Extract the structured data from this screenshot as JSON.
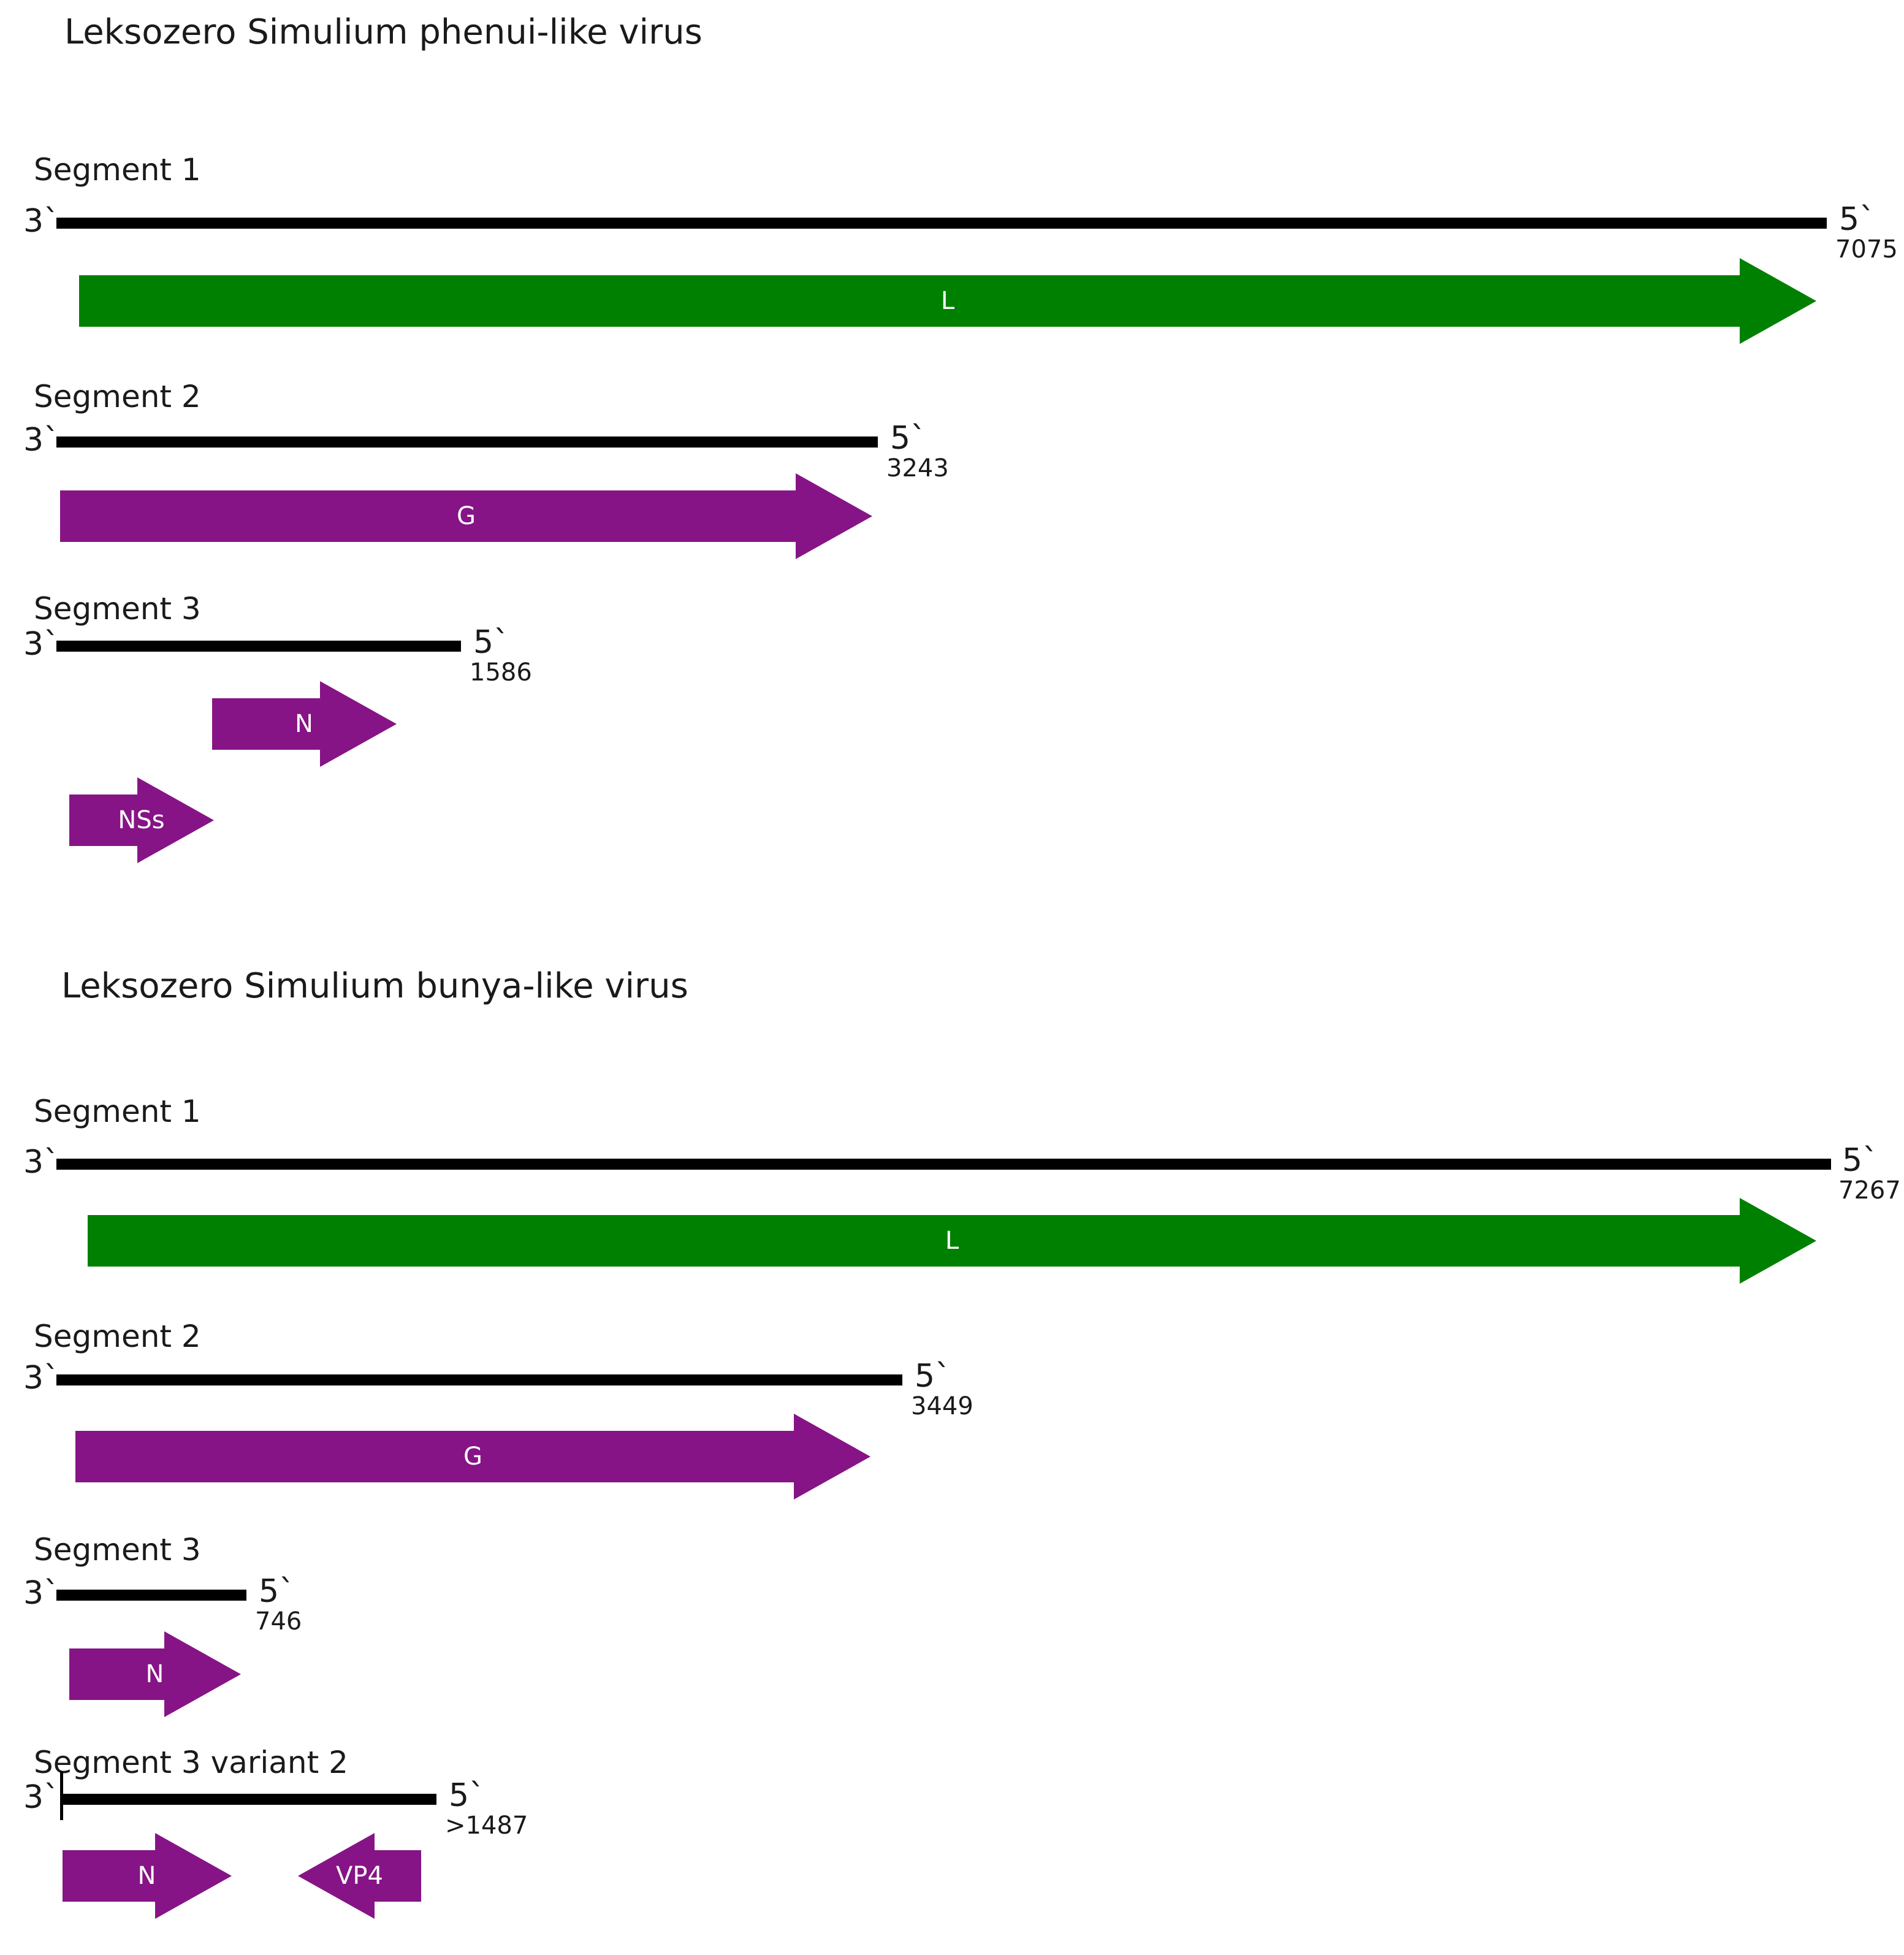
{
  "colors": {
    "polymerase_green": "#008000",
    "orf_purple": "#861486",
    "line_black": "#000000"
  },
  "viruses": [
    {
      "title": "Leksozero Simulium phenui-like virus",
      "segments": [
        {
          "label": "Segment 1",
          "end3": "3`",
          "end5": "5`",
          "length": "7075",
          "orfs": [
            {
              "label": "L",
              "color": "green",
              "direction": "right"
            }
          ]
        },
        {
          "label": "Segment 2",
          "end3": "3`",
          "end5": "5`",
          "length": "3243",
          "orfs": [
            {
              "label": "G",
              "color": "purple",
              "direction": "right"
            }
          ]
        },
        {
          "label": "Segment 3",
          "end3": "3`",
          "end5": "5`",
          "length": "1586",
          "orfs": [
            {
              "label": "N",
              "color": "purple",
              "direction": "right"
            },
            {
              "label": "NSs",
              "color": "purple",
              "direction": "right"
            }
          ]
        }
      ]
    },
    {
      "title": "Leksozero Simulium bunya-like virus",
      "segments": [
        {
          "label": "Segment 1",
          "end3": "3`",
          "end5": "5`",
          "length": "7267",
          "orfs": [
            {
              "label": "L",
              "color": "green",
              "direction": "right"
            }
          ]
        },
        {
          "label": "Segment 2",
          "end3": "3`",
          "end5": "5`",
          "length": "3449",
          "orfs": [
            {
              "label": "G",
              "color": "purple",
              "direction": "right"
            }
          ]
        },
        {
          "label": "Segment 3",
          "end3": "3`",
          "end5": "5`",
          "length": "746",
          "orfs": [
            {
              "label": "N",
              "color": "purple",
              "direction": "right"
            }
          ]
        },
        {
          "label": "Segment 3 variant 2",
          "end3": "3`",
          "end5": "5`",
          "length": ">1487",
          "orfs": [
            {
              "label": "N",
              "color": "purple",
              "direction": "right"
            },
            {
              "label": "VP4",
              "color": "purple",
              "direction": "left"
            }
          ]
        }
      ]
    }
  ]
}
